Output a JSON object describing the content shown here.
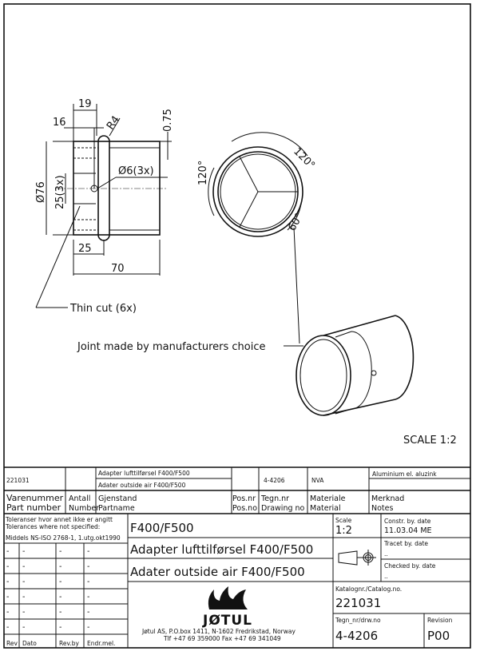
{
  "drawing": {
    "dims": {
      "d19": "19",
      "d16": "16",
      "r4": "R4",
      "d075": "0.75",
      "hole": "Ø6(3x)",
      "dia76": "Ø76",
      "d25x3": "25(3x)",
      "d25": "25",
      "d70": "70",
      "a120_top": "120°",
      "a120_left": "120°",
      "a60": "60°"
    },
    "notes": {
      "thin_cut": "Thin cut (6x)",
      "joint": "Joint made by manufacturers choice",
      "scale": "SCALE   1:2"
    }
  },
  "title_block": {
    "part_number_value": "221031",
    "partname_no": "Adapter lufttilførsel F400/F500",
    "partname_en": "Adater outside air F400/F500",
    "drawing_no_value": "4-4206",
    "material_value": "NVA",
    "notes_value": "Aluminium el. aluzink",
    "headers": {
      "varenummer": "Varenummer",
      "part_number": "Part number",
      "antall": "Antall",
      "number": "Number",
      "gjenstand": "Gjenstand",
      "partname": "Partname",
      "posnr": "Pos.nr",
      "posno": "Pos.no",
      "tegnnr": "Tegn.nr",
      "drawing_no": "Drawing no",
      "materiale": "Materiale",
      "material": "Material",
      "merknad": "Merknad",
      "notes": "Notes"
    },
    "tolerance": {
      "line1": "Toleranser hvor annet ikke er angitt",
      "line2": "Tolerances where not specified:",
      "line3": "Middels NS-ISO 2768-1, 1.utg.okt1990"
    },
    "revisions": {
      "rows": [
        [
          "-",
          "-",
          "-",
          "-"
        ],
        [
          "-",
          "-",
          "-",
          "-"
        ],
        [
          "-",
          "-",
          "-",
          "-"
        ],
        [
          "-",
          "-",
          "-",
          "-"
        ],
        [
          "-",
          "-",
          "-",
          "-"
        ],
        [
          "-",
          "-",
          "-",
          "-"
        ]
      ],
      "headers": [
        "Rev",
        "Dato",
        "Rev.by",
        "Endr.mel."
      ]
    },
    "title_main": "F400/F500",
    "title_no": "Adapter lufttilførsel F400/F500",
    "title_en": "Adater outside air F400/F500",
    "scale_label": "Scale",
    "scale_value": "1:2",
    "constr_label": "Constr. by. date",
    "constr_value": "11.03.04  ME",
    "traced_label": "Tracet by. date",
    "traced_value": "..",
    "checked_label": "Checked by. date",
    "checked_value": "..",
    "catalog_label": "Katalognr./Catalog.no.",
    "catalog_value": "221031",
    "drwno_label": "Tegn_nr/drw.no",
    "drwno_value": "4-4206",
    "revision_label": "Revision",
    "revision_value": "P00",
    "company": {
      "logo": "JØTUL",
      "address": "Jøtul AS, P.O.box 1411, N-1602 Fredrikstad, Norway",
      "phone": "Tlf +47 69 359000   Fax +47 69 341049"
    }
  }
}
